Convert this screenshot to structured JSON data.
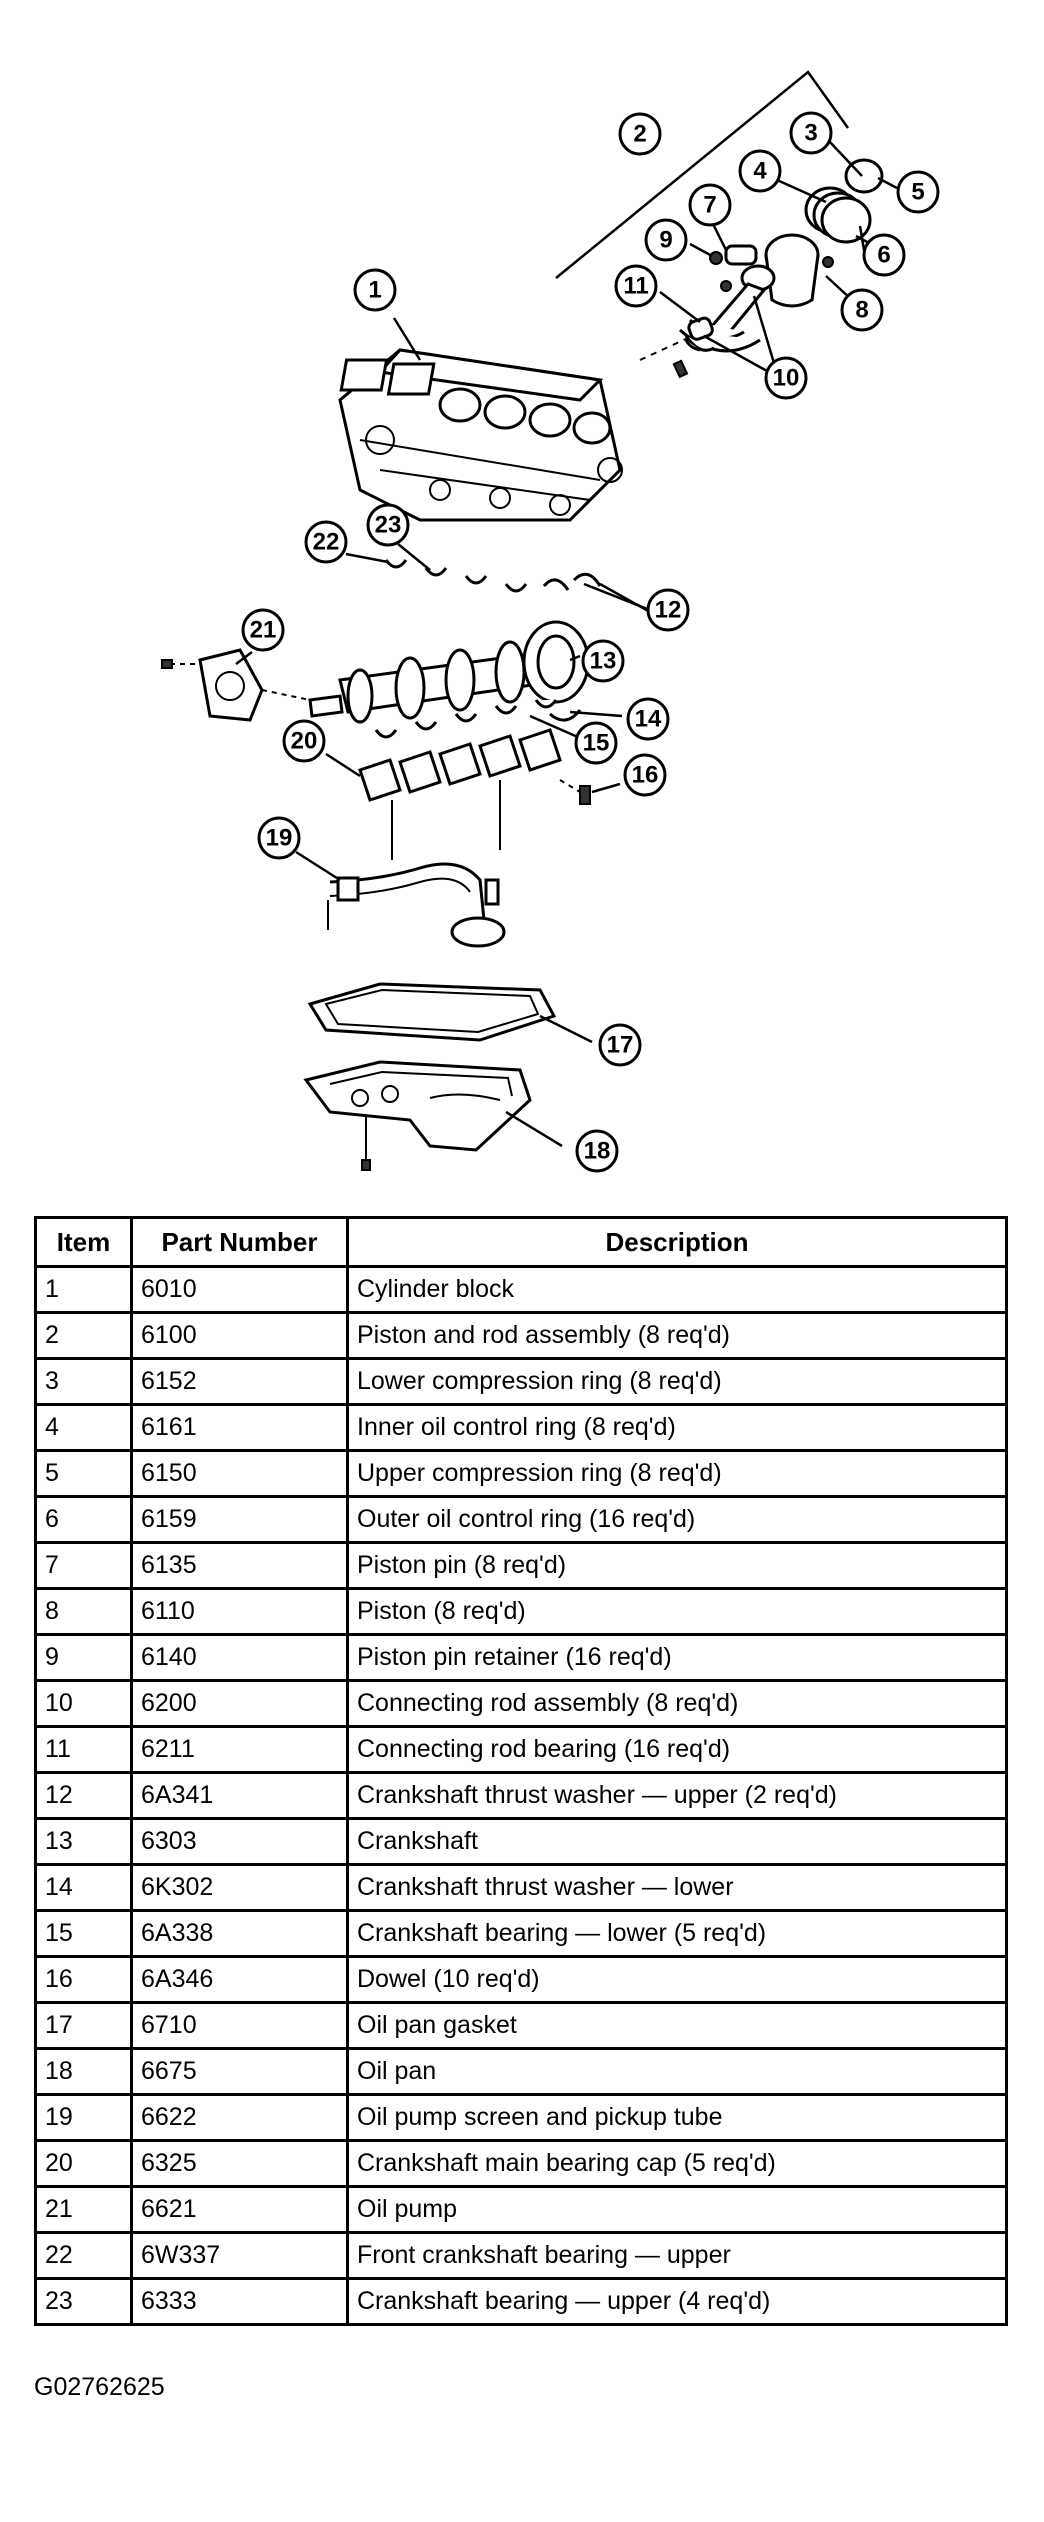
{
  "table": {
    "headers": {
      "item": "Item",
      "part_number": "Part Number",
      "description": "Description"
    },
    "rows": [
      {
        "item": "1",
        "part": "6010",
        "desc": "Cylinder block"
      },
      {
        "item": "2",
        "part": "6100",
        "desc": "Piston and rod assembly (8 req'd)"
      },
      {
        "item": "3",
        "part": "6152",
        "desc": "Lower compression ring (8 req'd)"
      },
      {
        "item": "4",
        "part": "6161",
        "desc": "Inner oil control ring (8 req'd)"
      },
      {
        "item": "5",
        "part": "6150",
        "desc": "Upper compression ring (8 req'd)"
      },
      {
        "item": "6",
        "part": "6159",
        "desc": "Outer oil control ring (16 req'd)"
      },
      {
        "item": "7",
        "part": "6135",
        "desc": "Piston pin (8 req'd)"
      },
      {
        "item": "8",
        "part": "6110",
        "desc": "Piston (8 req'd)"
      },
      {
        "item": "9",
        "part": "6140",
        "desc": "Piston pin retainer (16 req'd)"
      },
      {
        "item": "10",
        "part": "6200",
        "desc": "Connecting rod assembly (8 req'd)"
      },
      {
        "item": "11",
        "part": "6211",
        "desc": "Connecting rod bearing (16 req'd)"
      },
      {
        "item": "12",
        "part": "6A341",
        "desc": "Crankshaft thrust washer — upper (2 req'd)"
      },
      {
        "item": "13",
        "part": "6303",
        "desc": "Crankshaft"
      },
      {
        "item": "14",
        "part": "6K302",
        "desc": "Crankshaft thrust washer — lower"
      },
      {
        "item": "15",
        "part": "6A338",
        "desc": "Crankshaft bearing  — lower (5 req'd)"
      },
      {
        "item": "16",
        "part": "6A346",
        "desc": "Dowel (10 req'd)"
      },
      {
        "item": "17",
        "part": "6710",
        "desc": "Oil pan gasket"
      },
      {
        "item": "18",
        "part": "6675",
        "desc": "Oil pan"
      },
      {
        "item": "19",
        "part": "6622",
        "desc": "Oil pump screen and pickup tube"
      },
      {
        "item": "20",
        "part": "6325",
        "desc": "Crankshaft main bearing cap (5 req'd)"
      },
      {
        "item": "21",
        "part": "6621",
        "desc": "Oil pump"
      },
      {
        "item": "22",
        "part": "6W337",
        "desc": "Front crankshaft bearing  — upper"
      },
      {
        "item": "23",
        "part": "6333",
        "desc": "Crankshaft bearing  — upper (4 req'd)"
      }
    ]
  },
  "callouts": [
    "1",
    "2",
    "3",
    "4",
    "5",
    "6",
    "7",
    "8",
    "9",
    "10",
    "11",
    "12",
    "13",
    "14",
    "15",
    "16",
    "17",
    "18",
    "19",
    "20",
    "21",
    "22",
    "23"
  ],
  "figure_code": "G02762625"
}
